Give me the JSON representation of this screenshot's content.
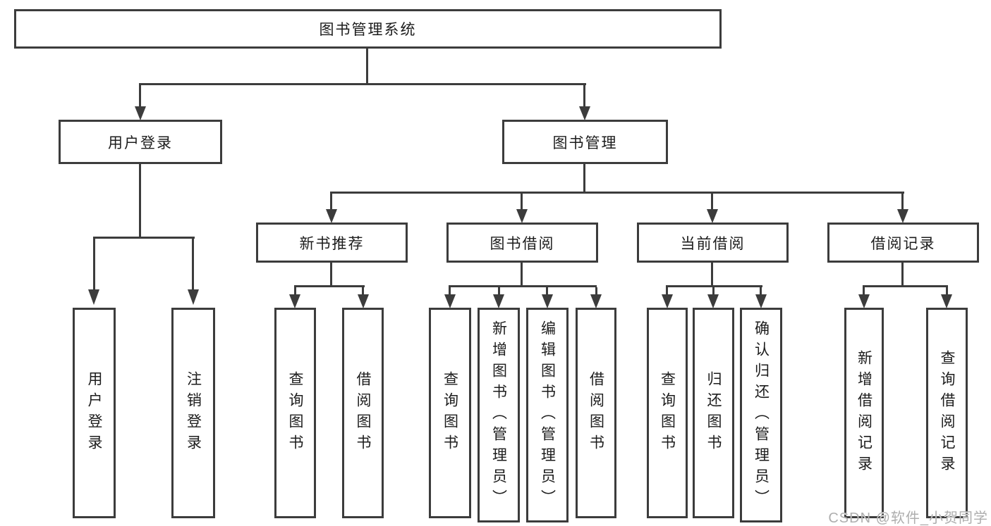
{
  "tree": {
    "root": {
      "label": "图书管理系统"
    },
    "branches": [
      {
        "label": "用户登录",
        "children": [
          {
            "label": "用户登录"
          },
          {
            "label": "注销登录"
          }
        ]
      },
      {
        "label": "图书管理",
        "children": [
          {
            "label": "新书推荐",
            "children": [
              {
                "label": "查询图书"
              },
              {
                "label": "借阅图书"
              }
            ]
          },
          {
            "label": "图书借阅",
            "children": [
              {
                "label": "查询图书"
              },
              {
                "label": "新增图书（管理员）"
              },
              {
                "label": "编辑图书（管理员）"
              },
              {
                "label": "借阅图书"
              }
            ]
          },
          {
            "label": "当前借阅",
            "children": [
              {
                "label": "查询图书"
              },
              {
                "label": "归还图书"
              },
              {
                "label": "确认归还（管理员）"
              }
            ]
          },
          {
            "label": "借阅记录",
            "children": [
              {
                "label": "新增借阅记录"
              },
              {
                "label": "查询借阅记录"
              }
            ]
          }
        ]
      }
    ]
  },
  "watermark": {
    "text": "CSDN @软件_小贺同学"
  },
  "colors": {
    "line": "#3c3c3c",
    "text": "#1c1c1c",
    "watermark": "#aeaeae",
    "background": "#ffffff"
  }
}
